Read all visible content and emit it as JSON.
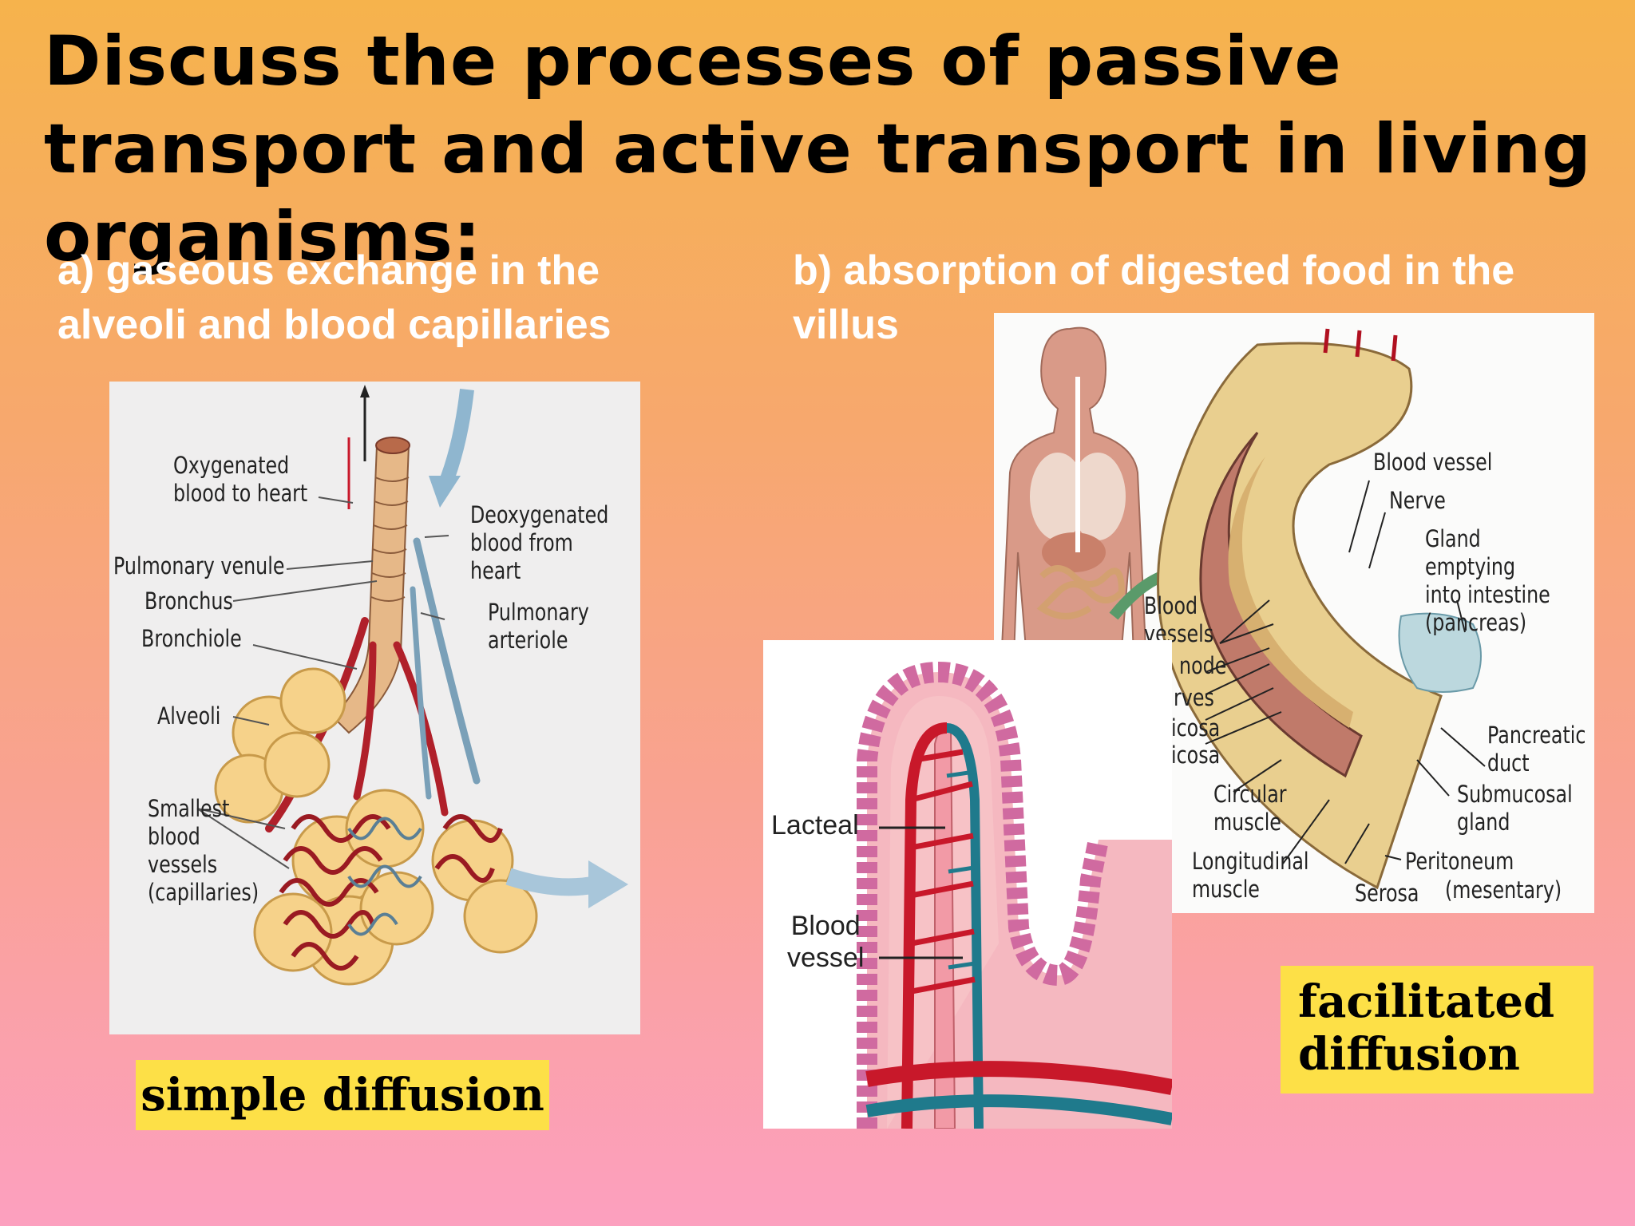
{
  "title": "Discuss the processes of passive transport and active transport in living organisms:",
  "sections": {
    "a": "a) gaseous exchange in the alveoli and blood capillaries",
    "b": "b) absorption of digested food in the villus"
  },
  "lung_labels": {
    "oxygenated": "Oxygenated\nblood to heart",
    "deoxygenated": "Deoxygenated\nblood from heart",
    "venule": "Pulmonary venule",
    "bronchus": "Bronchus",
    "bronchiole": "Bronchiole",
    "arteriole": "Pulmonary\narteriole",
    "alveoli": "Alveoli",
    "capillaries": "Smallest\nblood\nvessels\n(capillaries)"
  },
  "intestine_labels": {
    "blood_vessel": "Blood vessel",
    "nerve": "Nerve",
    "gland": "Gland emptying\ninto intestine\n(pancreas)",
    "blood_vessels": "Blood\nvessels",
    "node": "node",
    "nerves": "rves",
    "mucosa1": "icosa",
    "mucosa2": "icosa",
    "pancreatic": "Pancreatic\nduct",
    "circular": "Circular\nmuscle",
    "submucosal": "Submucosal\ngland",
    "longitudinal": "Longitudinal\nmuscle",
    "peritoneum": "Peritoneum",
    "serosa": "Serosa",
    "mesentary": "(mesentary)"
  },
  "villus_labels": {
    "lacteal": "Lacteal",
    "blood_vessel": "Blood\nvessel"
  },
  "tags": {
    "simple": "simple diffusion",
    "facilitated": "facilitated diffusion"
  },
  "colors": {
    "tag_bg": "#fde047",
    "artery": "#c8182a",
    "vein": "#1f7a8c",
    "alveoli": "#f6d28a"
  }
}
